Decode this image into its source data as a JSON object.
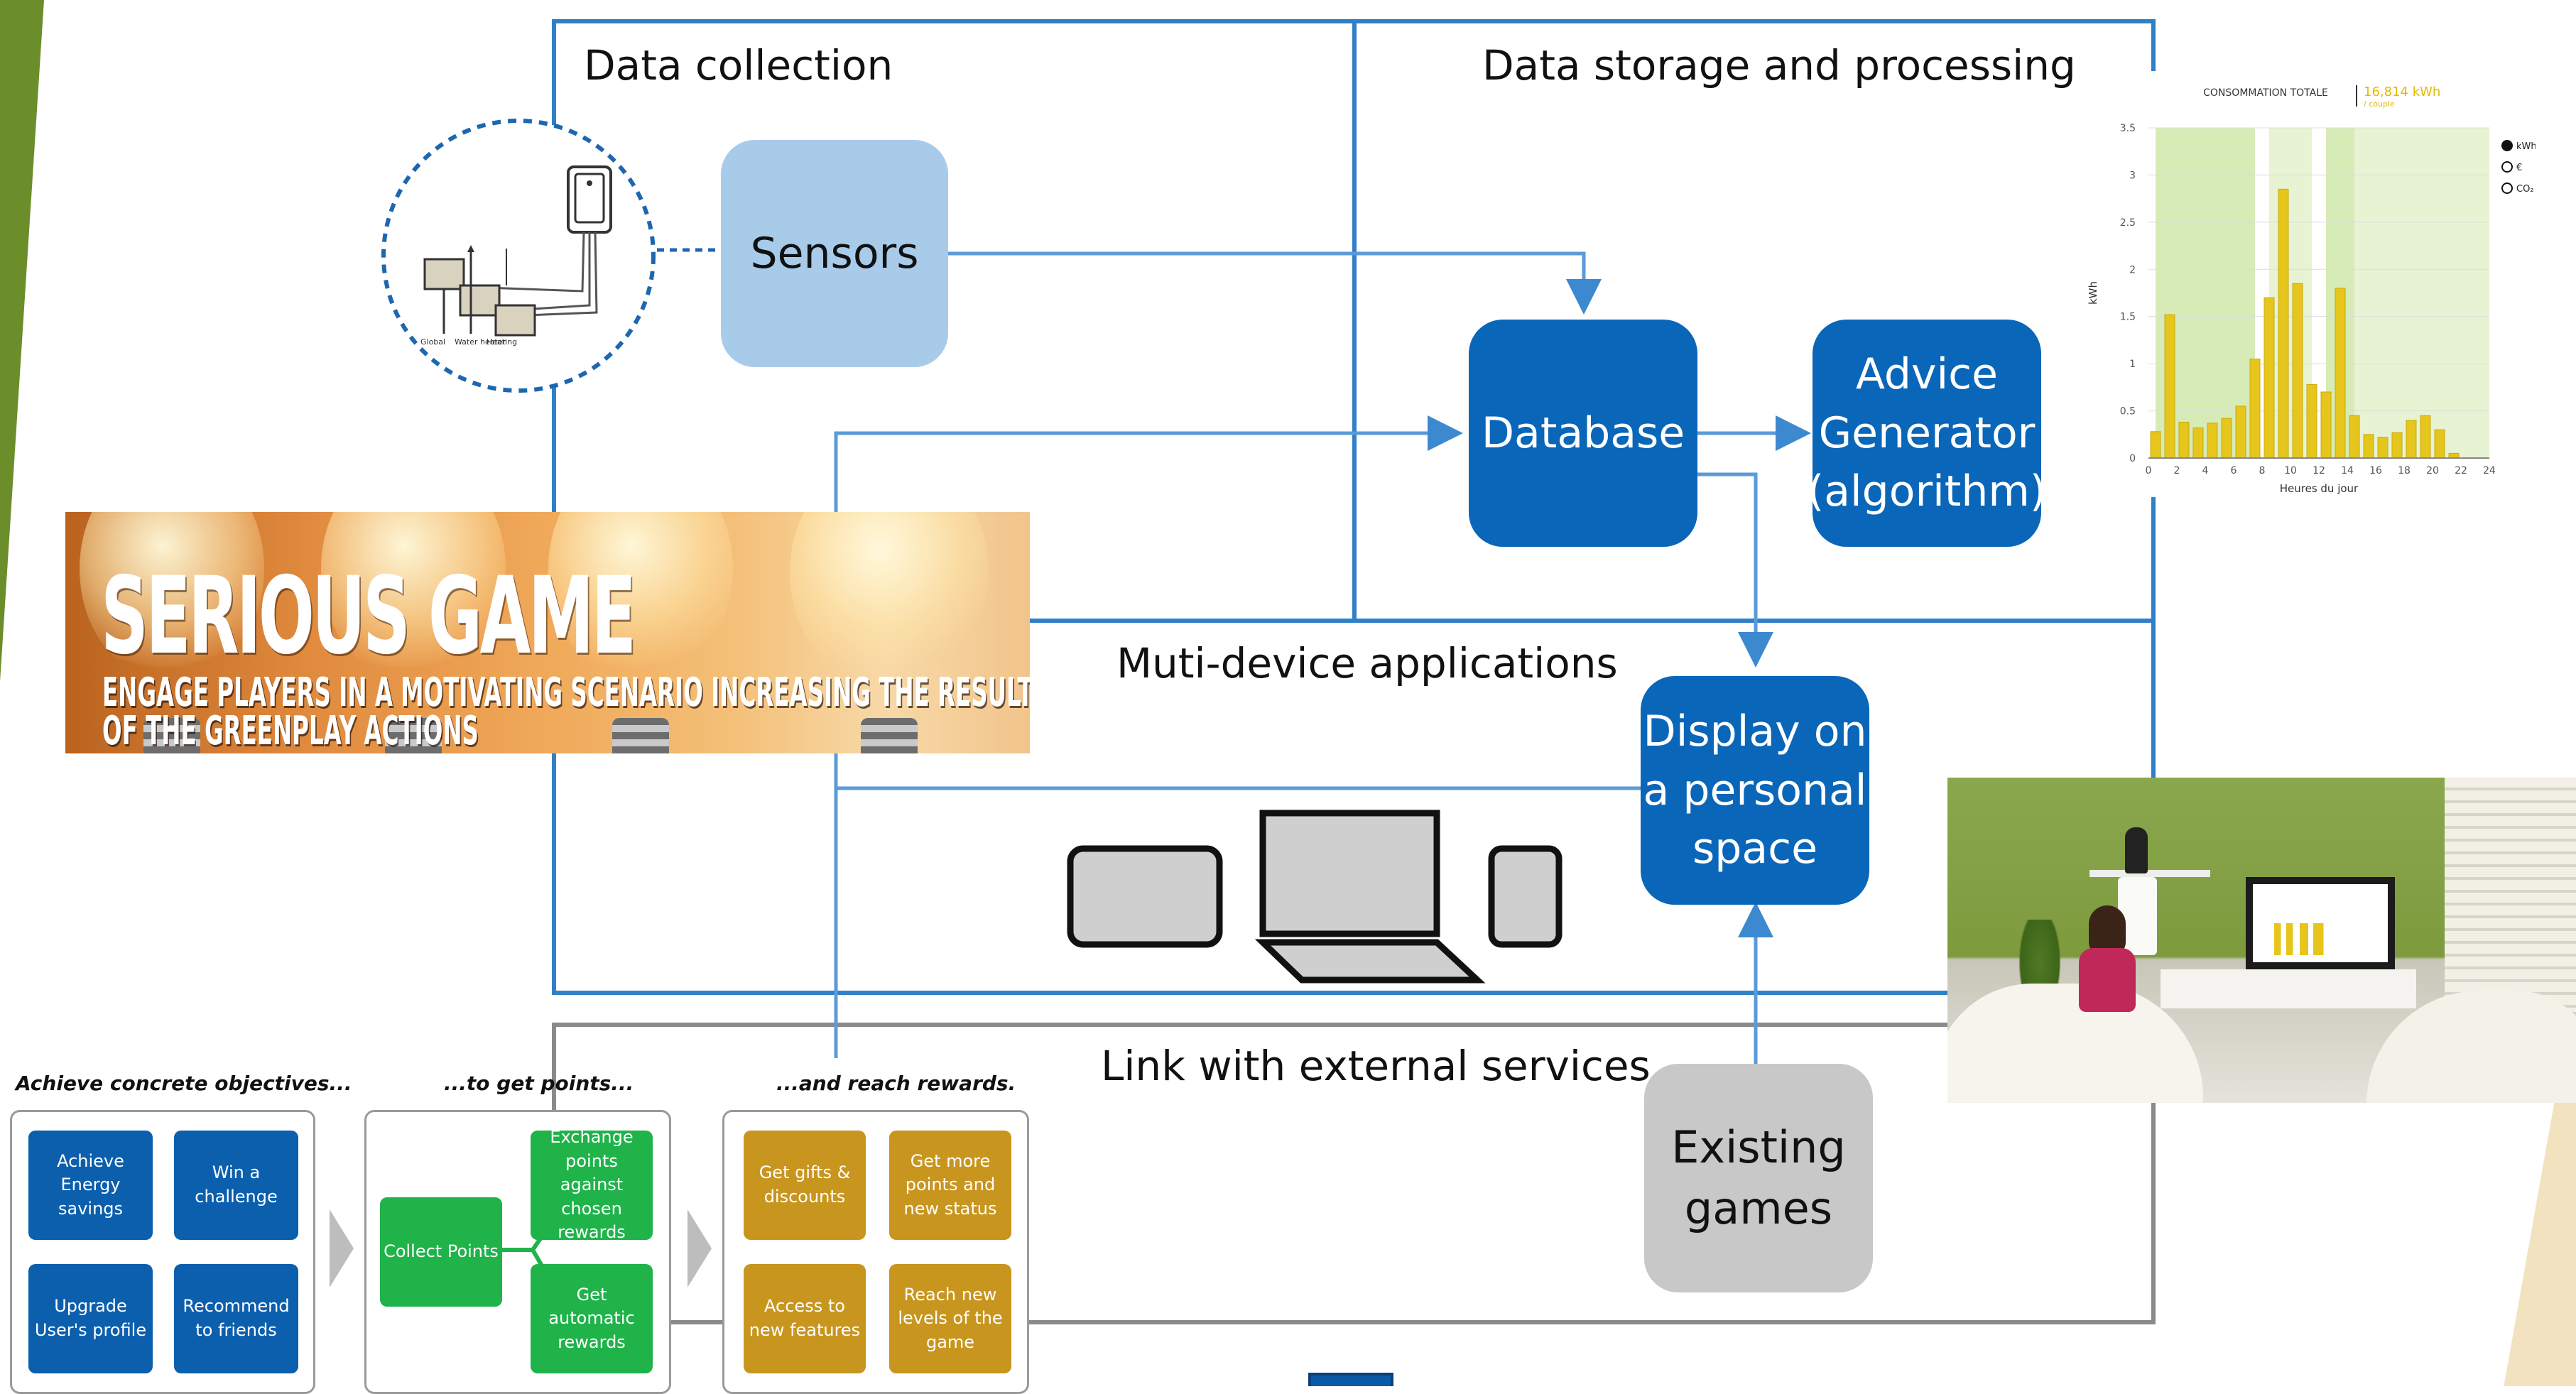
{
  "sections": {
    "collection": "Data collection",
    "storage": "Data storage and processing",
    "applications": "Muti-device applications",
    "external": "Link with external services"
  },
  "nodes": {
    "sensors": "Sensors",
    "database": "Database",
    "advice": [
      "Advice",
      "Generator",
      "(algorithm)"
    ],
    "display": [
      "Display on",
      "a personal",
      "space"
    ],
    "existing": [
      "Existing",
      "games"
    ]
  },
  "sensor_illustration": {
    "labels": [
      "Global",
      "Water heater",
      "Heating"
    ]
  },
  "serious_game": {
    "title": "SERIOUS GAME",
    "subtitle": "ENGAGE PLAYERS IN A MOTIVATING SCENARIO INCREASING THE RESULTS OF THE GREENPLAY ACTIONS"
  },
  "gamification": {
    "objectives": {
      "title": "Achieve concrete objectives...",
      "items": [
        "Achieve Energy savings",
        "Win a challenge",
        "Upgrade User's profile",
        "Recommend to friends"
      ]
    },
    "points": {
      "title": "...to get points...",
      "collect": "Collect Points",
      "items": [
        "Exchange points against chosen rewards",
        "Get automatic rewards"
      ]
    },
    "rewards": {
      "title": "...and reach rewards.",
      "items": [
        "Get gifts & discounts",
        "Get more points and new status",
        "Access to new features",
        "Reach new levels of the game"
      ]
    }
  },
  "chart_data": {
    "type": "bar",
    "header_label": "CONSOMMATION TOTALE",
    "header_value": "16,814 kWh",
    "header_note": "/ couple",
    "ylabel": "kWh",
    "xlabel": "Heures du jour",
    "ylim": [
      0,
      3.5
    ],
    "y_ticks": [
      "0",
      "0.5",
      "1",
      "1.5",
      "2",
      "2.5",
      "3",
      "3.5"
    ],
    "x_ticks": [
      "0",
      "2",
      "4",
      "6",
      "8",
      "10",
      "12",
      "14",
      "16",
      "18",
      "20",
      "22",
      "24"
    ],
    "values": [
      0.28,
      1.52,
      0.38,
      0.32,
      0.37,
      0.42,
      0.55,
      1.05,
      1.7,
      2.85,
      1.85,
      0.78,
      0.7,
      1.8,
      0.45,
      0.25,
      0.22,
      0.27,
      0.4,
      0.45,
      0.3,
      0.05
    ],
    "legend": [
      "kWh",
      "€",
      "CO₂"
    ],
    "bar_color": "#e6c61c",
    "band_color": "#d7ebb6"
  },
  "colors": {
    "frame_blue": "#2f80c8",
    "node_dark": "#0a66b8",
    "node_light": "#a8cbea",
    "node_gray": "#c8c8c8",
    "green_accent": "#6f8f2e"
  }
}
